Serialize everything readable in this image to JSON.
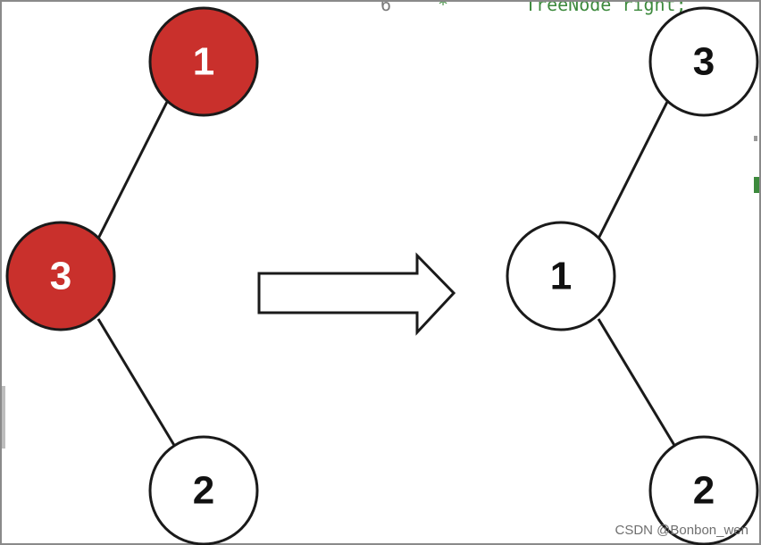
{
  "background_code": {
    "line_number": "6",
    "star": "*",
    "text": "TreeNode right;"
  },
  "watermark": "CSDN @Bonbon_wen",
  "colors": {
    "highlight_fill": "#c9302c",
    "node_fill": "#ffffff",
    "stroke": "#1a1a1a",
    "highlight_text": "#ffffff",
    "node_text": "#111111"
  },
  "trees": {
    "before": {
      "nodes": [
        {
          "id": "b1",
          "label": "1",
          "highlighted": true
        },
        {
          "id": "b3",
          "label": "3",
          "highlighted": true
        },
        {
          "id": "b2",
          "label": "2",
          "highlighted": false
        }
      ]
    },
    "after": {
      "nodes": [
        {
          "id": "a3",
          "label": "3",
          "highlighted": false
        },
        {
          "id": "a1",
          "label": "1",
          "highlighted": false
        },
        {
          "id": "a2",
          "label": "2",
          "highlighted": false
        }
      ]
    }
  },
  "arrow_icon": "right-arrow-icon"
}
